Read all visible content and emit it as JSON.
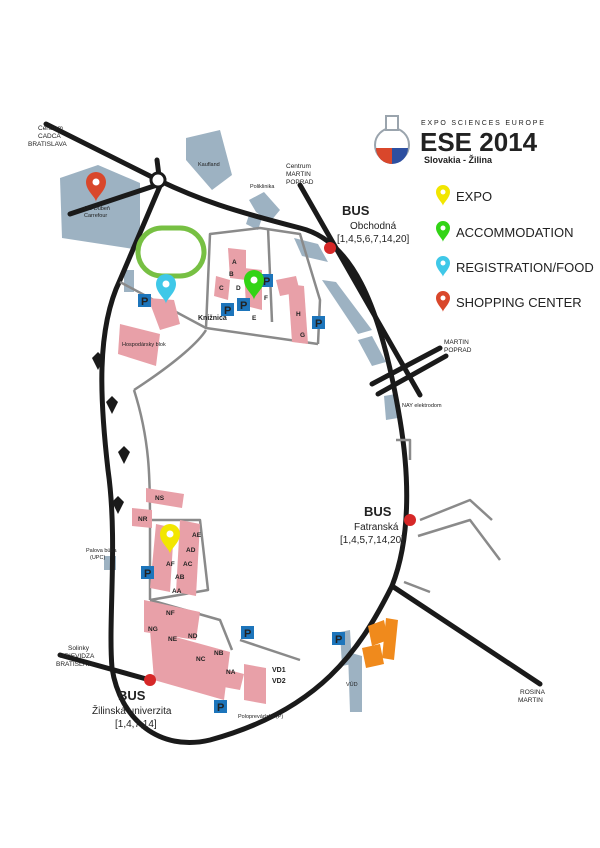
{
  "logo": {
    "top_line": "EXPO SCIENCES EUROPE",
    "main": "ESE 2014",
    "sub": "Slovakia - Žilina"
  },
  "legend": [
    {
      "label": "EXPO",
      "color": "#f2e600"
    },
    {
      "label": "ACCOMMODATION",
      "color": "#32d416"
    },
    {
      "label": "REGISTRATION/FOOD",
      "color": "#3fc8e8"
    },
    {
      "label": "SHOPPING CENTER",
      "color": "#d9472b"
    }
  ],
  "directions": {
    "cadca_1": "Centrum",
    "cadca_2": "CADCA",
    "cadca_3": "BRATISLAVA",
    "martin1_1": "Centrum",
    "martin1_2": "MARTIN",
    "martin1_3": "POPRAD",
    "martin2_1": "MARTIN",
    "martin2_2": "POPRAD",
    "rosina_1": "ROSINA",
    "rosina_2": "MARTIN",
    "solinky_1": "Solinky",
    "solinky_2": "PRIEVIDZA",
    "solinky_3": "BRATISLAVA"
  },
  "bus_stops": {
    "obchodna": {
      "title": "BUS",
      "name": "Obchodná",
      "lines": "[1,4,5,6,7,14,20]"
    },
    "fatranska": {
      "title": "BUS",
      "name": "Fatranská",
      "lines": "[1,4,5,7,14,20]"
    },
    "zilinska": {
      "title": "BUS",
      "name": "Žilinská univerzita",
      "lines": "[1,4,7,14]"
    }
  },
  "places": {
    "oc_1": "OC Dubeň",
    "oc_2": "Carrefour",
    "kaufland": "Kaufland",
    "poliklinika": "Poliklinika",
    "kniznica": "Knižnica",
    "hospodarsky": "Hospodársky blok",
    "nay": "NAY elektrodom",
    "palova_1": "Palova búda",
    "palova_2": "(UPC)",
    "polopre": "Poloprevádzka (P)",
    "vud": "VÚD"
  },
  "blocks": [
    "A",
    "B",
    "C",
    "D",
    "E",
    "F",
    "G",
    "H",
    "NS",
    "NR",
    "AE",
    "AD",
    "AC",
    "AF",
    "AB",
    "AA",
    "NF",
    "NG",
    "NE",
    "ND",
    "NC",
    "NB",
    "NA",
    "VD1",
    "VD2"
  ],
  "parking": "P"
}
